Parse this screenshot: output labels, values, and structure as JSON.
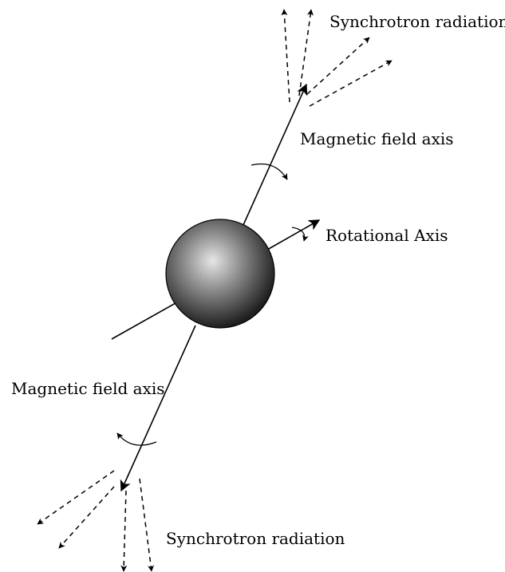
{
  "labels": {
    "synchrotron_top": "Synchrotron radiation",
    "magnetic_axis_top": "Magnetic field axis",
    "rotational_axis": "Rotational Axis",
    "magnetic_axis_bottom": "Magnetic field axis",
    "synchrotron_bottom": "Synchrotron radiation"
  },
  "colors": {
    "sphere_highlight": "#e6e6e6",
    "sphere_mid": "#7a7a7a",
    "sphere_shadow": "#222222",
    "stroke": "#000000",
    "background": "#ffffff"
  }
}
